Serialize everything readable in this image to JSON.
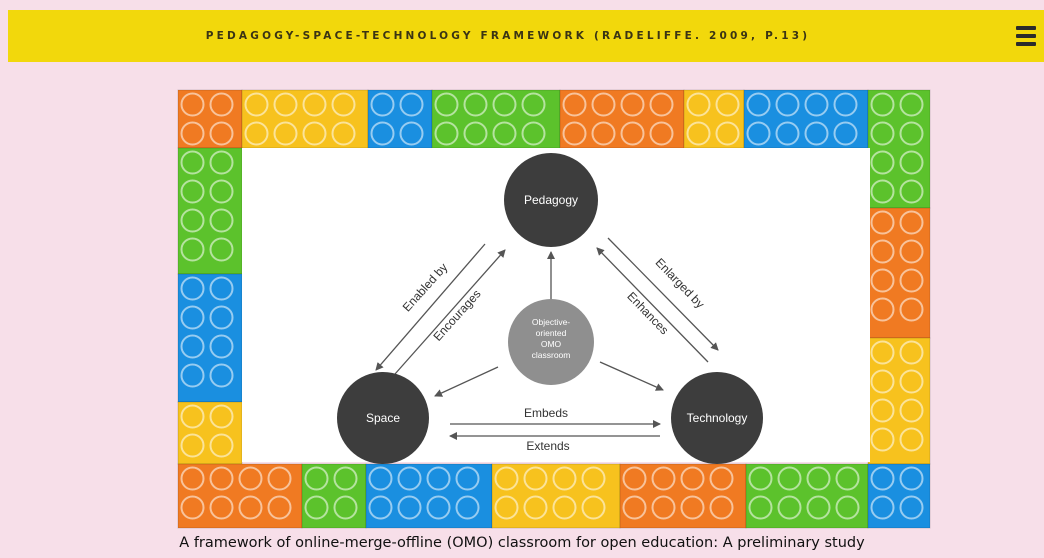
{
  "header": {
    "title": "PEDAGOGY-SPACE-TECHNOLOGY FRAMEWORK (RADELIFFE. 2009, P.13)",
    "menu_icon": "hamburger-menu-icon"
  },
  "diagram": {
    "nodes": {
      "pedagogy": "Pedagogy",
      "space": "Space",
      "technology": "Technology",
      "center": [
        "Objective-",
        "oriented",
        "OMO",
        "classroom"
      ]
    },
    "edges": {
      "enabled_by": "Enabled by",
      "encourages": "Encourages",
      "enlarged_by": "Enlarged by",
      "enhances": "Enhances",
      "embeds": "Embeds",
      "extends": "Extends"
    },
    "colors": {
      "node": "#3d3d3d",
      "center": "#8f8f8f",
      "lego_orange": "#f07a22",
      "lego_yellow": "#f7c21e",
      "lego_blue": "#1a8fe0",
      "lego_green": "#5cc22c"
    }
  },
  "caption": "A framework of online-merge-offline (OMO) classroom for open education: A preliminary study"
}
